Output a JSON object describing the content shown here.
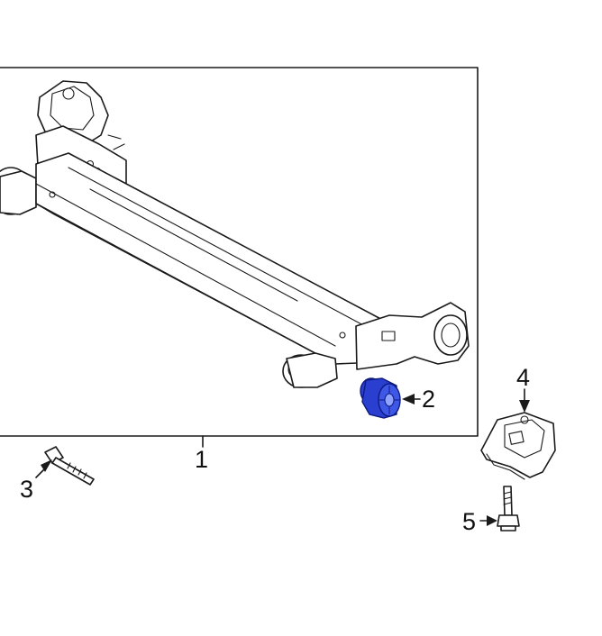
{
  "diagram": {
    "callouts": [
      {
        "id": "1",
        "label": "1"
      },
      {
        "id": "2",
        "label": "2"
      },
      {
        "id": "3",
        "label": "3"
      },
      {
        "id": "4",
        "label": "4"
      },
      {
        "id": "5",
        "label": "5"
      }
    ],
    "colors": {
      "highlight": "#2a3fd0",
      "line": "#1a1a1a",
      "background": "#ffffff"
    }
  }
}
